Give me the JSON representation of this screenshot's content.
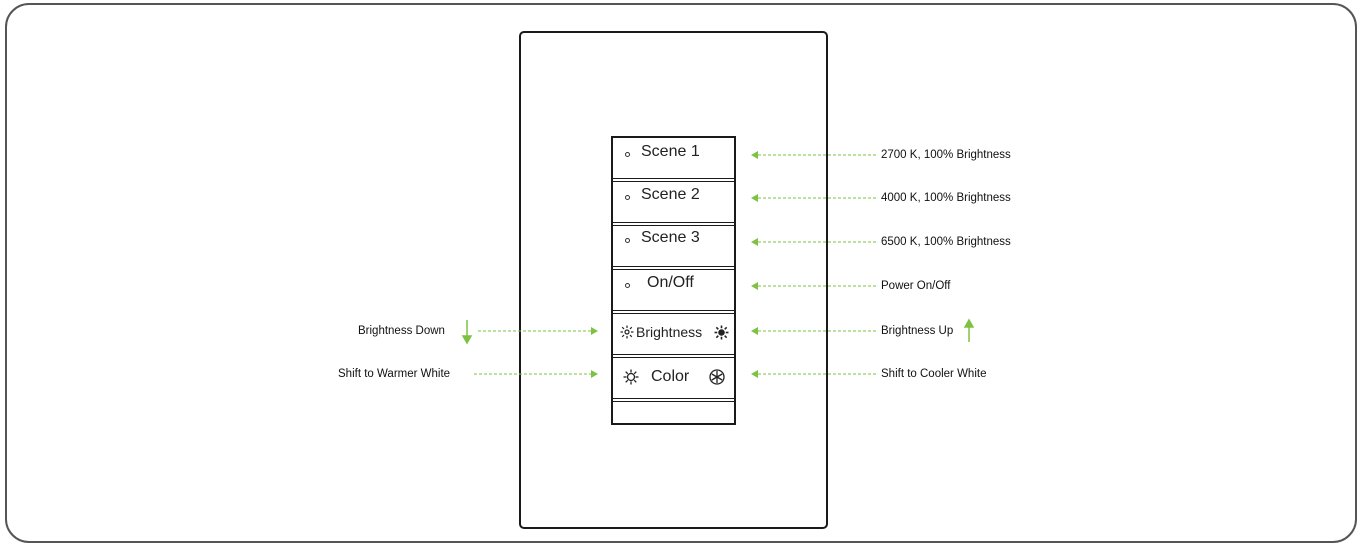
{
  "colors": {
    "arrow": "#7dc242",
    "frame": "#555555",
    "device": "#1a1a1a"
  },
  "keypad": {
    "buttons": [
      {
        "id": "scene-1",
        "label": "Scene 1",
        "indicator": "dot",
        "annotation_right": "2700 K, 100% Brightness"
      },
      {
        "id": "scene-2",
        "label": "Scene 2",
        "indicator": "dot",
        "annotation_right": "4000 K, 100% Brightness"
      },
      {
        "id": "scene-3",
        "label": "Scene 3",
        "indicator": "dot",
        "annotation_right": "6500 K, 100% Brightness"
      },
      {
        "id": "on-off",
        "label": "On/Off",
        "indicator": "dot",
        "annotation_right": "Power On/Off"
      },
      {
        "id": "brightness",
        "label": "Brightness",
        "icon_left": "sun-small-icon",
        "icon_right": "sun-large-icon",
        "annotation_left": "Brightness Down",
        "annotation_right": "Brightness Up"
      },
      {
        "id": "color",
        "label": "Color",
        "icon_left": "warm-sun-icon",
        "icon_right": "cool-snowflake-icon",
        "annotation_left": "Shift to Warmer White",
        "annotation_right": "Shift to Cooler White"
      }
    ]
  }
}
